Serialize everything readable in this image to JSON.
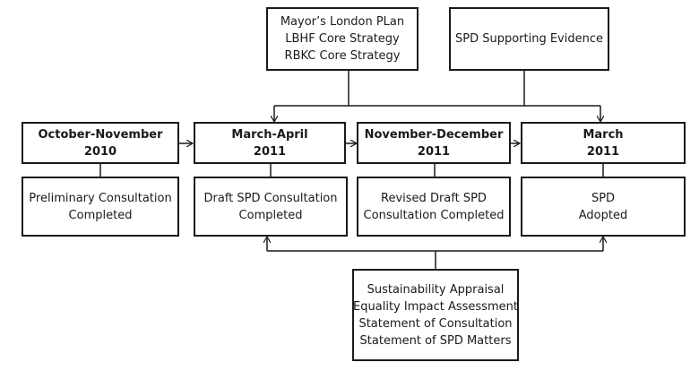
{
  "inputs_top": {
    "policy_lines": [
      "Mayor’s London PLan",
      "LBHF Core Strategy",
      "RBKC Core Strategy"
    ],
    "evidence_lines": [
      "SPD Supporting Evidence"
    ]
  },
  "stages": [
    {
      "date_lines": [
        "October-November",
        "2010"
      ],
      "status_lines": [
        "Preliminary Consultation",
        "Completed"
      ]
    },
    {
      "date_lines": [
        "March-April",
        "2011"
      ],
      "status_lines": [
        "Draft SPD Consultation",
        "Completed"
      ]
    },
    {
      "date_lines": [
        "November-December",
        "2011"
      ],
      "status_lines": [
        "Revised Draft SPD",
        "Consultation Completed"
      ]
    },
    {
      "date_lines": [
        "March",
        "2011"
      ],
      "status_lines": [
        "SPD",
        "Adopted"
      ]
    }
  ],
  "inputs_bottom": {
    "assessment_lines": [
      "Sustainability Appraisal",
      "Equality Impact Assessment",
      "Statement of Consultation",
      "Statement of SPD Matters"
    ]
  }
}
